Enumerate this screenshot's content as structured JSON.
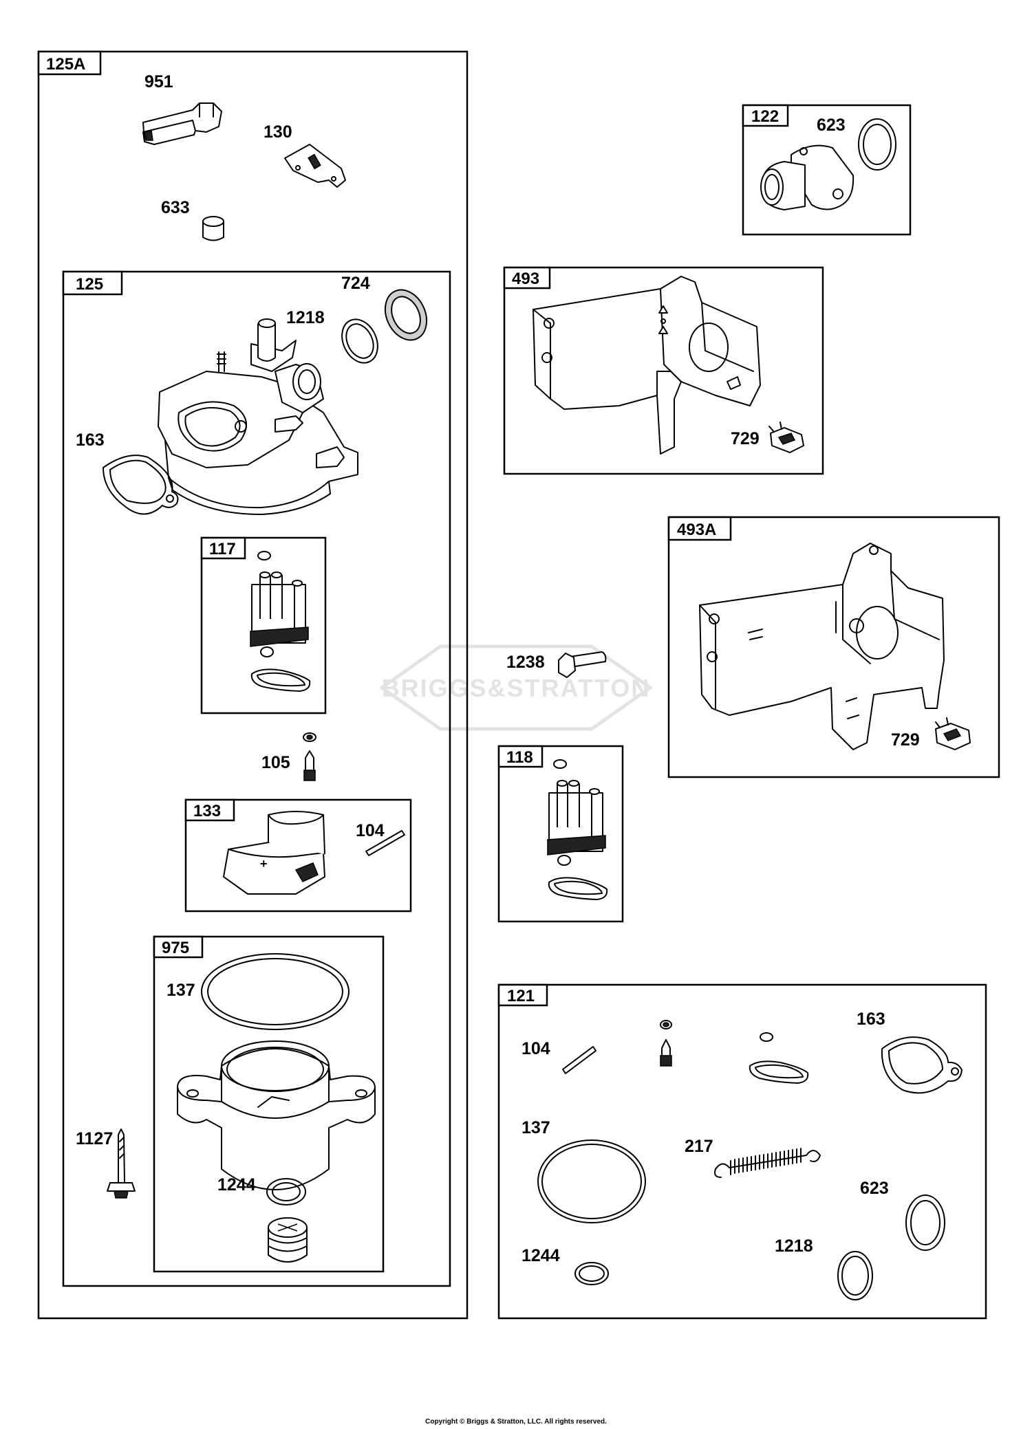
{
  "watermark": "BRIGGS&STRATTON",
  "copyright": "Copyright © Briggs & Stratton, LLC. All rights reserved.",
  "groups": {
    "g125A": "125A",
    "g125": "125",
    "g117": "117",
    "g133": "133",
    "g975": "975",
    "g122": "122",
    "g493": "493",
    "g493A": "493A",
    "g118": "118",
    "g121": "121"
  },
  "parts": {
    "p951": "951",
    "p130": "130",
    "p633": "633",
    "p724": "724",
    "p1218a": "1218",
    "p163a": "163",
    "p105": "105",
    "p104a": "104",
    "p137a": "137",
    "p1127": "1127",
    "p1244a": "1244",
    "p623a": "623",
    "p729a": "729",
    "p1238": "1238",
    "p729b": "729",
    "p104b": "104",
    "p163b": "163",
    "p137b": "137",
    "p217": "217",
    "p623b": "623",
    "p1244b": "1244",
    "p1218b": "1218"
  }
}
